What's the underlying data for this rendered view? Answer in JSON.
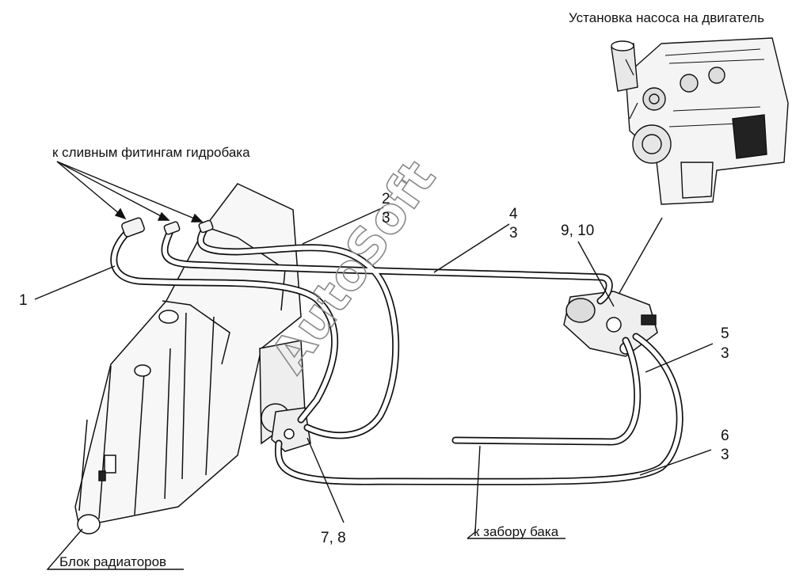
{
  "labels": {
    "engine_caption": "Установка насоса на двигатель",
    "drain_caption": "к сливным фитингам гидробака",
    "radiator_caption": "Блок радиаторов",
    "tank_caption": "к забору бака",
    "n1": "1",
    "n2": "2",
    "n2b": "3",
    "n4": "4",
    "n4b": "3",
    "n5": "5",
    "n5b": "3",
    "n6": "6",
    "n6b": "3",
    "n78": "7, 8",
    "n910": "9, 10"
  },
  "watermark": "AutoSoft"
}
